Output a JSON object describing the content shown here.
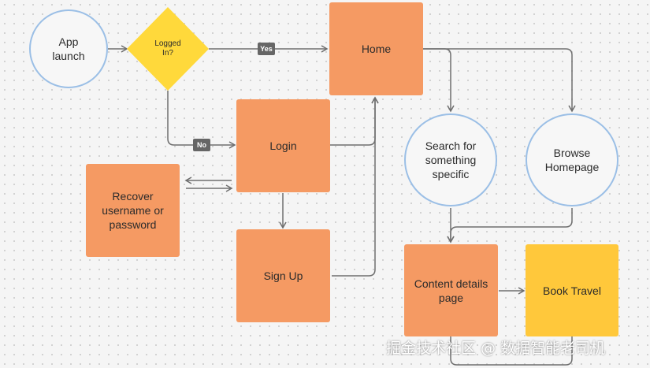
{
  "nodes": {
    "app_launch": "App\nlaunch",
    "logged_in": "Logged\nIn?",
    "home": "Home",
    "login": "Login",
    "recover": "Recover\nusername or\npassword",
    "sign_up": "Sign Up",
    "search": "Search for\nsomething\nspecific",
    "browse": "Browse\nHomepage",
    "content_details": "Content details\npage",
    "book_travel": "Book Travel"
  },
  "edge_labels": {
    "yes": "Yes",
    "no": "No"
  },
  "watermark": "掘金技术社区 @ 数据智能老司机",
  "colors": {
    "process": "#f59a63",
    "decision": "#ffd93b",
    "highlight": "#ffc83b",
    "terminal_border": "#9bbfe6",
    "connector": "#6e6e6e"
  }
}
